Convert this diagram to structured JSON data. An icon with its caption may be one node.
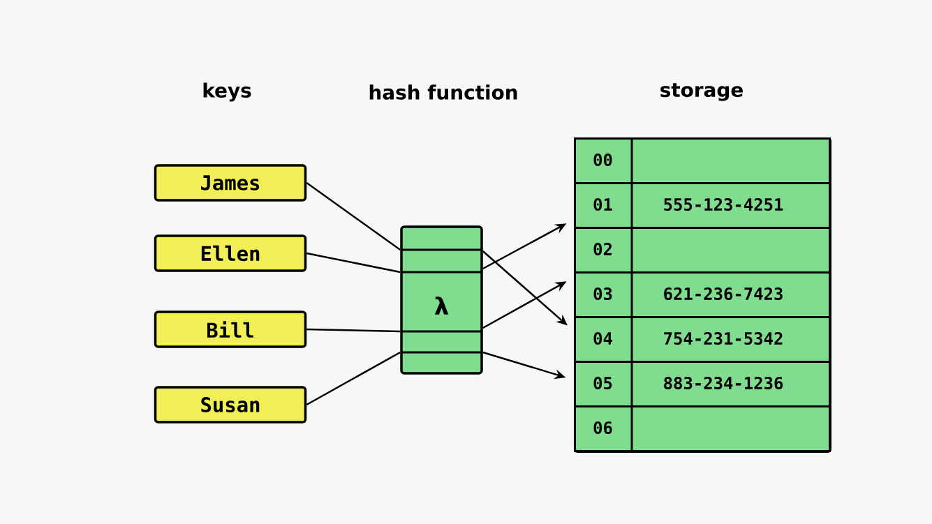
{
  "diagram": {
    "nodes": [
      {
        "text": [
          "James"
        ]
      },
      {
        "text": [
          "Ellen"
        ]
      },
      {
        "text": [
          "Bill"
        ]
      },
      {
        "text": [
          "Susan"
        ]
      },
      {
        "text": [
          "λ"
        ]
      },
      {
        "text": [],
        "shape": "box"
      },
      {
        "text": [
          "00"
        ],
        "in": 5
      },
      {
        "text": [
          "01",
          "555-123-4251"
        ],
        "in": 5
      },
      {
        "text": [
          "02"
        ],
        "in": 5
      },
      {
        "text": [
          "03",
          "621-236-7423"
        ],
        "in": 5
      },
      {
        "text": [
          "04",
          "754-231-5342"
        ],
        "in": 5
      },
      {
        "text": [
          "05",
          "883-234-1236"
        ],
        "in": 5
      },
      {
        "text": [
          "06"
        ],
        "in": 5
      }
    ],
    "edges": [
      {
        "from": 0,
        "to": 4,
        "arrow": "none"
      },
      {
        "from": 1,
        "to": 4,
        "arrow": "none"
      },
      {
        "from": 2,
        "to": 4,
        "arrow": "none"
      },
      {
        "from": 3,
        "to": 4,
        "arrow": "none"
      },
      {
        "from": 4,
        "to": 7,
        "arrow": "to"
      },
      {
        "from": 4,
        "to": 10,
        "arrow": "to"
      },
      {
        "from": 4,
        "to": 9,
        "arrow": "to"
      },
      {
        "from": 4,
        "to": 11,
        "arrow": "to"
      }
    ],
    "labels": [
      "keys",
      "hash function",
      "storage"
    ]
  }
}
